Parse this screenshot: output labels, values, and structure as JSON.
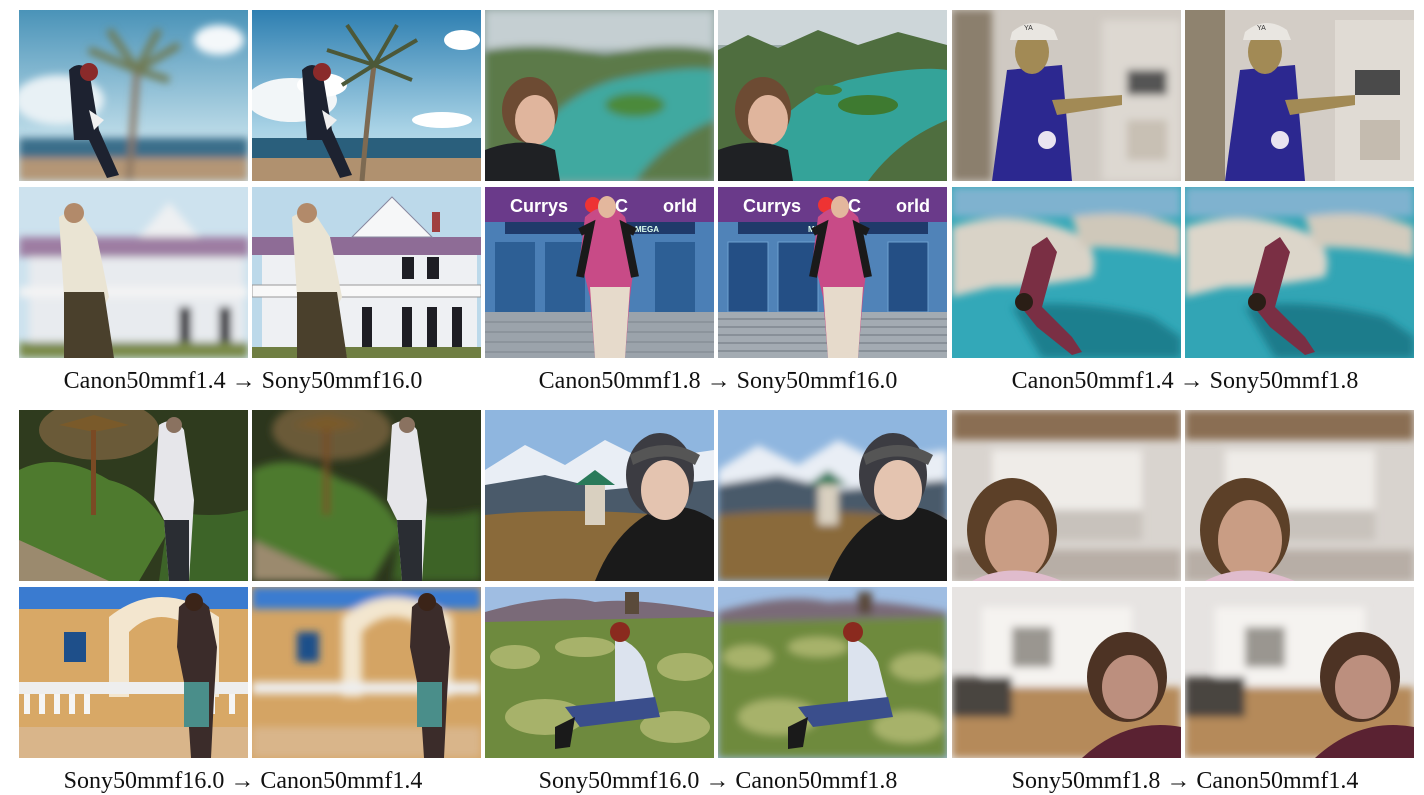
{
  "figure": {
    "groups": [
      {
        "caption": "Canon50mmf1.4 → Sony50mmf16.0",
        "rows": [
          {
            "input": "beach-palm-person-input",
            "output": "beach-palm-person-output"
          },
          {
            "input": "victorian-house-woman-input",
            "output": "victorian-house-woman-output"
          }
        ]
      },
      {
        "caption": "Canon50mmf1.8 → Sony50mmf16.0",
        "rows": [
          {
            "input": "lake-valley-man-input",
            "output": "lake-valley-man-output"
          },
          {
            "input": "store-front-woman-input",
            "output": "store-front-woman-output",
            "sign": "Currys PC World",
            "sign_parts": [
              "Currys",
              "PC",
              "orld",
              "MEGA"
            ]
          }
        ]
      },
      {
        "caption": "Canon50mmf1.4 → Sony50mmf1.8",
        "rows": [
          {
            "input": "street-cap-man-input",
            "output": "street-cap-man-output",
            "cap_text": "YA"
          },
          {
            "input": "cliff-sea-diver-input",
            "output": "cliff-sea-diver-output"
          }
        ]
      },
      {
        "caption": "Sony50mmf16.0 → Canon50mmf1.4",
        "rows": [
          {
            "input": "garden-lamp-man-input",
            "output": "garden-lamp-man-output"
          },
          {
            "input": "yellow-arch-man-input",
            "output": "yellow-arch-man-output"
          }
        ]
      },
      {
        "caption": "Sony50mmf16.0 → Canon50mmf1.8",
        "rows": [
          {
            "input": "mountain-phone-woman-input",
            "output": "mountain-phone-woman-output"
          },
          {
            "input": "volcano-shrub-man-input",
            "output": "volcano-shrub-man-output"
          }
        ]
      },
      {
        "caption": "Sony50mmf1.8 → Canon50mmf1.4",
        "rows": [
          {
            "input": "lobby-girl-input",
            "output": "lobby-girl-output"
          },
          {
            "input": "living-room-woman-input",
            "output": "living-room-woman-output"
          }
        ]
      }
    ]
  }
}
